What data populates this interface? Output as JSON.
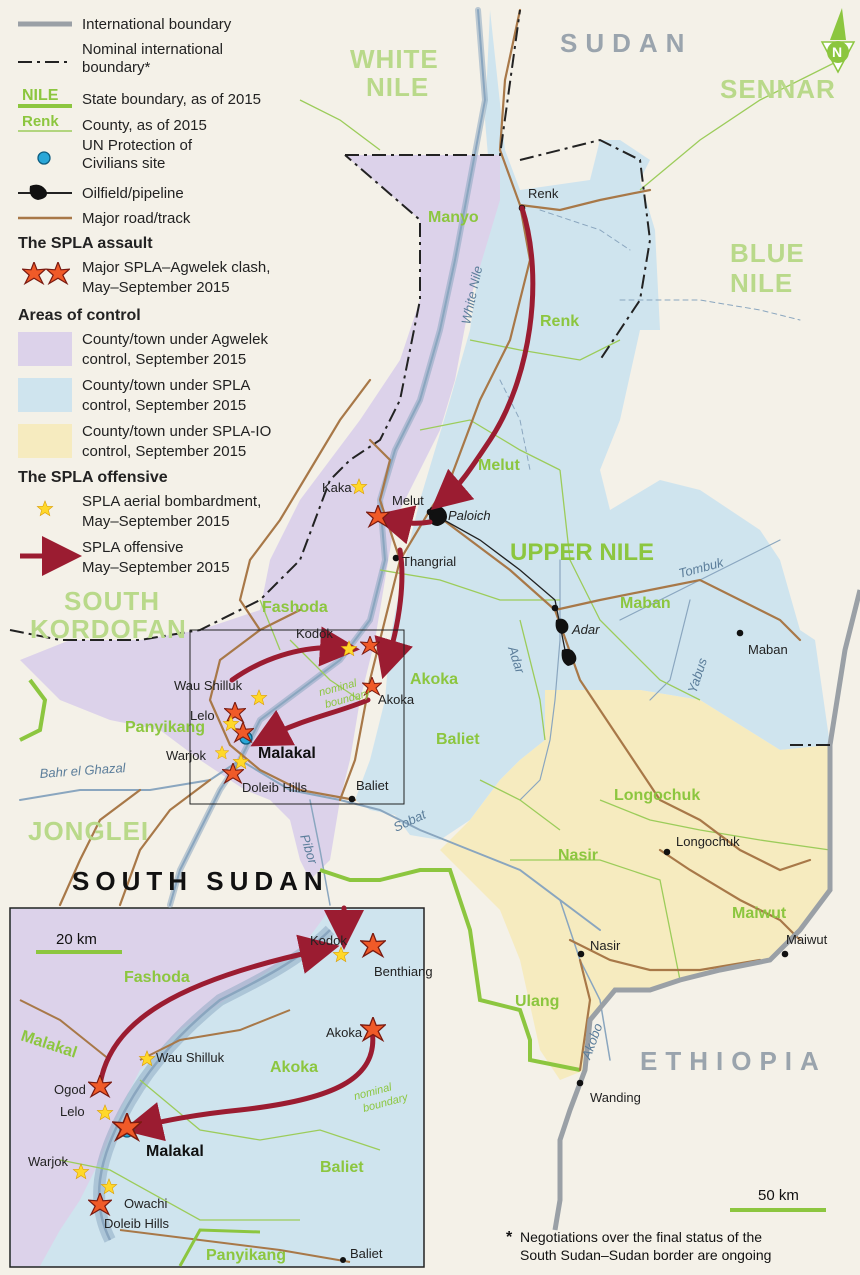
{
  "legend": {
    "international_boundary": "International boundary",
    "nominal_boundary_1": "Nominal international",
    "nominal_boundary_2": "boundary*",
    "state_sample": "NILE",
    "state_boundary": "State boundary, as of 2015",
    "county_sample": "Renk",
    "county": "County, as of 2015",
    "un_poc_1": "UN Protection of",
    "un_poc_2": "Civilians site",
    "oilfield": "Oilfield/pipeline",
    "road": "Major road/track",
    "assault_heading": "The SPLA assault",
    "clash_1": "Major SPLA–Agwelek clash,",
    "clash_2": "May–September 2015",
    "control_heading": "Areas of control",
    "agwelek_1": "County/town under Agwelek",
    "agwelek_2": "control, September 2015",
    "spla_1": "County/town under SPLA",
    "spla_2": "control, September 2015",
    "splaio_1": "County/town under SPLA-IO",
    "splaio_2": "control, September 2015",
    "offensive_heading": "The SPLA offensive",
    "bombard_1": "SPLA aerial bombardment,",
    "bombard_2": "May–September 2015",
    "offensive_1": "SPLA offensive",
    "offensive_2": "May–September 2015"
  },
  "colors": {
    "agwelek": "#dcd2ea",
    "spla": "#cfe4ee",
    "splaio": "#f6ebbf",
    "outside": "#f4f1e8",
    "state_line": "#8cc63f",
    "road": "#a87848",
    "arrow": "#9b1c31",
    "river": "#8aa6bf"
  },
  "north": "N",
  "countries": {
    "sudan": "SUDAN",
    "south_sudan": "SOUTH SUDAN",
    "ethiopia": "ETHIOPIA"
  },
  "states": {
    "white_nile_1": "WHITE",
    "white_nile_2": "NILE",
    "sennar": "SENNAR",
    "blue_nile_1": "BLUE",
    "blue_nile_2": "NILE",
    "south_kordofan_1": "SOUTH",
    "south_kordofan_2": "KORDOFAN",
    "jonglei": "JONGLEI",
    "upper_nile": "UPPER NILE"
  },
  "counties": {
    "manyo": "Manyo",
    "renk": "Renk",
    "melut": "Melut",
    "fashoda": "Fashoda",
    "maban": "Maban",
    "akoka": "Akoka",
    "panyikang": "Panyikang",
    "baliet": "Baliet",
    "longochuk": "Longochuk",
    "nasir": "Nasir",
    "maiwut": "Maiwut",
    "ulang": "Ulang"
  },
  "towns": {
    "renk": "Renk",
    "kaka": "Kaka",
    "melut": "Melut",
    "paloich": "Paloich",
    "thangrial": "Thangrial",
    "kodok": "Kodok",
    "wau_shilluk": "Wau Shilluk",
    "lelo": "Lelo",
    "akoka": "Akoka",
    "warjok": "Warjok",
    "malakal": "Malakal",
    "doleib_hills": "Doleib Hills",
    "baliet": "Baliet",
    "adar": "Adar",
    "maban": "Maban",
    "longochuk": "Longochuk",
    "nasir": "Nasir",
    "maiwut": "Maiwut",
    "wanding": "Wanding"
  },
  "rivers": {
    "white_nile": "White Nile",
    "tombuk": "Tombuk",
    "adar": "Adar",
    "yabus": "Yabus",
    "bahr_el_ghazal": "Bahr el Ghazal",
    "sobat": "Sobat",
    "akobo": "Akobo",
    "pibor": "Pibor"
  },
  "map_notes": {
    "nominal_boundary_1": "nominal",
    "nominal_boundary_2": "boundary"
  },
  "inset": {
    "scale": "20 km",
    "fashoda": "Fashoda",
    "malakal_county": "Malakal",
    "akoka_county": "Akoka",
    "baliet_county": "Baliet",
    "panyikang": "Panyikang",
    "kodok": "Kodok",
    "benthiang": "Benthiang",
    "wau_shilluk": "Wau Shilluk",
    "akoka": "Akoka",
    "ogod": "Ogod",
    "lelo": "Lelo",
    "malakal": "Malakal",
    "warjok": "Warjok",
    "owachi": "Owachi",
    "doleib_hills": "Doleib Hills",
    "baliet": "Baliet",
    "nominal_1": "nominal",
    "nominal_2": "boundary"
  },
  "scale_main": "50 km",
  "footnote_1": "Negotiations over the final status of the",
  "footnote_2": "South Sudan–Sudan border are ongoing",
  "footnote_mark": "*"
}
